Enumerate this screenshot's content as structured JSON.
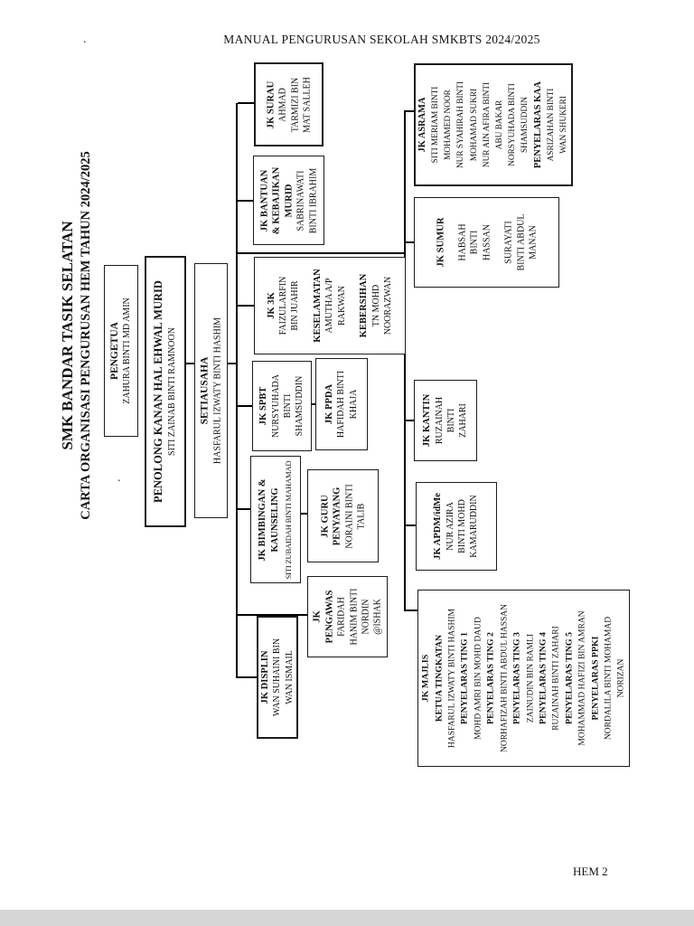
{
  "page": {
    "header": "MANUAL PENGURUSAN SEKOLAH SMKBTS 2024/2025",
    "footer": "HEM 2",
    "dot1": ".",
    "dot2": "."
  },
  "chart_title": {
    "line1": "SMK BANDAR TASIK SELATAN",
    "line2": "CARTA ORGANISASI PENGURUSAN HEM TAHUN 2024/2025"
  },
  "boxes": {
    "pengetua": {
      "lines": [
        {
          "text": "PENGETUA",
          "bold": true
        },
        {
          "text": "ZAHURA BINTI MD AMIN"
        }
      ]
    },
    "pk_hem": {
      "lines": [
        {
          "text": "PENOLONG KANAN HAL EHWAL MURID",
          "bold": true
        },
        {
          "text": "SITI ZAINAB BINTI RAMNOON"
        }
      ]
    },
    "setiausaha": {
      "lines": [
        {
          "text": "SETIAUSAHA",
          "bold": true
        },
        {
          "text": "HASFARUL IZWATY BINTI HASHIM"
        }
      ]
    },
    "jk_surau": {
      "lines": [
        {
          "text": "JK SURAU",
          "bold": true
        },
        {
          "text": "AHMAD"
        },
        {
          "text": "TARMIZI BIN"
        },
        {
          "text": "MAT SALLEH"
        }
      ]
    },
    "jk_bantuan": {
      "lines": [
        {
          "text": "JK BANTUAN",
          "bold": true
        },
        {
          "text": "& KEBAJIKAN",
          "bold": true
        },
        {
          "text": "MURID",
          "bold": true
        },
        {
          "text": "SABRINAWATI"
        },
        {
          "text": "BINTI IBRAHIM"
        }
      ]
    },
    "jk_3k": {
      "lines": [
        {
          "text": "JK 3K",
          "bold": true
        },
        {
          "text": "FAIZULARFIN"
        },
        {
          "text": "BIN JUAHIR"
        },
        {
          "text": "",
          "gap": true
        },
        {
          "text": "KESELAMATAN",
          "bold": true
        },
        {
          "text": "AMUTHA A/P"
        },
        {
          "text": "RAKWAN"
        },
        {
          "text": "",
          "gap": true
        },
        {
          "text": "KEBERSIHAN",
          "bold": true
        },
        {
          "text": "TN MOHD"
        },
        {
          "text": "NOORAZWAN"
        }
      ]
    },
    "jk_spbt": {
      "lines": [
        {
          "text": "JK SPBT",
          "bold": true
        },
        {
          "text": "NURSYUHADA"
        },
        {
          "text": "BINTI"
        },
        {
          "text": "SHAMSUDDIN"
        }
      ]
    },
    "jk_ppda": {
      "lines": [
        {
          "text": "JK PPDA",
          "bold": true
        },
        {
          "text": "HAFIDAH BINTI"
        },
        {
          "text": "KHAJA"
        }
      ]
    },
    "jk_bimbingan": {
      "lines": [
        {
          "text": "JK BIMBINGAN &",
          "bold": true
        },
        {
          "text": "KAUNSELING",
          "bold": true
        },
        {
          "text": "SITI ZUBAIDAH BINTI MAHAMAD",
          "sm": true
        }
      ]
    },
    "jk_guru_penyayang": {
      "lines": [
        {
          "text": "JK GURU",
          "bold": true
        },
        {
          "text": "PENYAYANG",
          "bold": true
        },
        {
          "text": "NORAINI BINTI"
        },
        {
          "text": "TALIB"
        }
      ]
    },
    "jk_displin": {
      "lines": [
        {
          "text": "JK DISPLIN",
          "bold": true
        },
        {
          "text": "WAN SUHAINI BIN"
        },
        {
          "text": "WAN ISMAIL"
        }
      ]
    },
    "jk_pengawas": {
      "lines": [
        {
          "text": "JK",
          "bold": true
        },
        {
          "text": "PENGAWAS",
          "bold": true
        },
        {
          "text": "FARIDAH"
        },
        {
          "text": "HANIM BINTI"
        },
        {
          "text": "NORDIN"
        },
        {
          "text": "@ISHAK"
        }
      ]
    },
    "jk_asrama": {
      "lines": [
        {
          "text": "JK ASRAMA",
          "bold": true
        },
        {
          "text": "SITI MERIAM BINTI"
        },
        {
          "text": "MOHAMED NOOR"
        },
        {
          "text": "NUR SYAHIRAH BINTI"
        },
        {
          "text": "MOHAMAD SUKRI"
        },
        {
          "text": "NUR AIN AFIRA BINTI"
        },
        {
          "text": "ABU BAKAR"
        },
        {
          "text": "NORSYUHADA BINTI"
        },
        {
          "text": "SHAMSUDDIN"
        },
        {
          "text": "PENYELARAS KAA",
          "bold": true
        },
        {
          "text": "ASRIZAHAN BINTI"
        },
        {
          "text": "WAN SHUKERI"
        }
      ]
    },
    "jk_sumur": {
      "lines": [
        {
          "text": "JK SUMUR",
          "bold": true
        },
        {
          "text": "",
          "gap": true
        },
        {
          "text": "HABSAH"
        },
        {
          "text": "BINTI"
        },
        {
          "text": "HASSAN"
        },
        {
          "text": "",
          "gap": true
        },
        {
          "text": "SURAYATI"
        },
        {
          "text": "BINTI ABDUL"
        },
        {
          "text": "MANAN"
        }
      ]
    },
    "jk_kantin": {
      "lines": [
        {
          "text": "JK KANTIN",
          "bold": true
        },
        {
          "text": "RUZAINAH"
        },
        {
          "text": "BINTI"
        },
        {
          "text": "ZAHARI"
        }
      ]
    },
    "jk_apdm": {
      "lines": [
        {
          "text": "JK APDM/idMe",
          "bold": true
        },
        {
          "text": "NUR AZIRA"
        },
        {
          "text": "BINTI MOHD"
        },
        {
          "text": "KAMARUDDIN"
        }
      ]
    },
    "jk_majlis": {
      "lines": [
        {
          "text": "JK MAJLIS",
          "bold": true
        },
        {
          "text": "KETUA TINGKATAN",
          "bold": true
        },
        {
          "text": "HASFARUL IZWATY BINTI HASHIM"
        },
        {
          "text": "PENYELARAS TING 1",
          "bold": true
        },
        {
          "text": "MOHD AMRI BIN MOHD DAUD"
        },
        {
          "text": "PENYELARAS TING 2",
          "bold": true
        },
        {
          "text": "NORHAFIZAH BINTI ABDUL HASSAN"
        },
        {
          "text": "PENYELARAS TING 3",
          "bold": true
        },
        {
          "text": "ZAINUDIN BIN RAMLI"
        },
        {
          "text": "PENYELARAS TING 4",
          "bold": true
        },
        {
          "text": "RUZAINAH BINTI ZAHARI"
        },
        {
          "text": "PENYELARAS TING 5",
          "bold": true
        },
        {
          "text": "MOHAMMAD HAFIZI BIN AMRAN"
        },
        {
          "text": "PENYELARAS PPKI",
          "bold": true
        },
        {
          "text": "NORDALILA BINTI MOHAMAD"
        },
        {
          "text": "NORIZAN"
        }
      ]
    }
  }
}
